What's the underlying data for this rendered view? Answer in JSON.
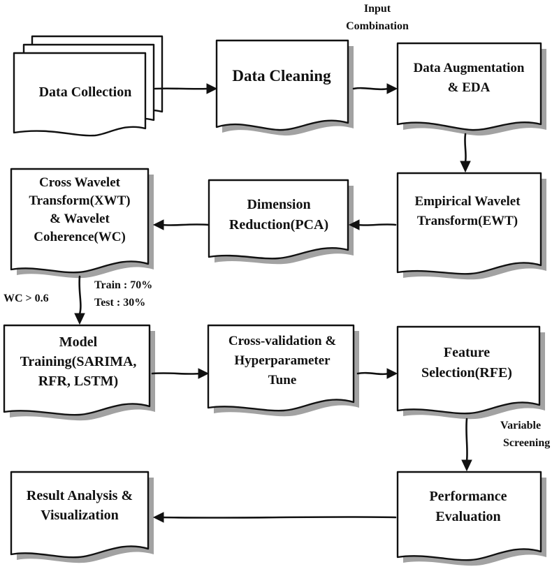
{
  "nodes": {
    "data_collection": {
      "label": "Data Collection"
    },
    "data_cleaning": {
      "label": "Data Cleaning"
    },
    "data_augmentation": {
      "line1": "Data Augmentation",
      "line2": "& EDA"
    },
    "empirical_wavelet": {
      "line1": "Empirical Wavelet",
      "line2": "Transform(EWT)"
    },
    "dimension_reduction": {
      "line1": "Dimension",
      "line2": "Reduction(PCA)"
    },
    "cross_wavelet": {
      "line1": "Cross Wavelet",
      "line2": "Transform(XWT)",
      "line3": "& Wavelet",
      "line4": "Coherence(WC)"
    },
    "model_training": {
      "line1": "Model",
      "line2": "Training(SARIMA,",
      "line3": "RFR, LSTM)"
    },
    "cross_validation": {
      "line1": "Cross-validation &",
      "line2": "Hyperparameter",
      "line3": "Tune"
    },
    "feature_selection": {
      "line1": "Feature",
      "line2": "Selection(RFE)"
    },
    "performance_evaluation": {
      "line1": "Performance",
      "line2": "Evaluation"
    },
    "result_analysis": {
      "line1": "Result Analysis &",
      "line2": "Visualization"
    }
  },
  "annotations": {
    "input_combination": {
      "line1": "Input",
      "line2": "Combination"
    },
    "train_split": "Train : 70%",
    "test_split": "Test : 30%",
    "wc_threshold": "WC > 0.6",
    "variable_screening": {
      "line1": "Variable",
      "line2": "Screening"
    }
  }
}
